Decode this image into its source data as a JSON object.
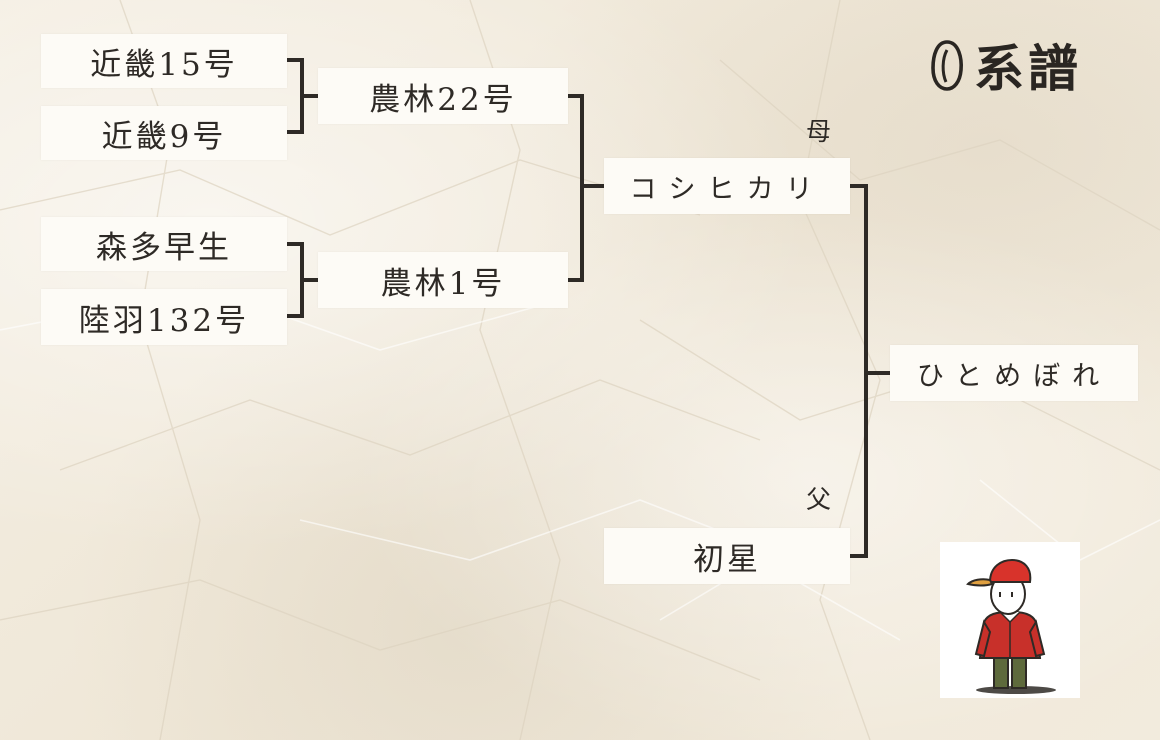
{
  "title": {
    "text": "系譜",
    "icon": "rice-grain-icon"
  },
  "generation1": [
    {
      "id": "kinki15",
      "label": "近畿15号"
    },
    {
      "id": "kinki9",
      "label": "近畿9号"
    },
    {
      "id": "morita-wase",
      "label": "森多早生"
    },
    {
      "id": "rikuu132",
      "label": "陸羽132号"
    }
  ],
  "generation2": [
    {
      "id": "norin22",
      "label": "農林22号"
    },
    {
      "id": "norin1",
      "label": "農林1号"
    }
  ],
  "generation3": [
    {
      "id": "koshihikari",
      "label": "コシヒカリ"
    },
    {
      "id": "hatsuboshi",
      "label": "初星"
    }
  ],
  "result": {
    "id": "hitomebore",
    "label": "ひとめぼれ"
  },
  "roles": {
    "mother": "母",
    "father": "父"
  },
  "colors": {
    "background": "#f3ede0",
    "box": "#fdfbf6",
    "line": "#2e2a26",
    "cap": "#d8332b",
    "shirt": "#c8302a",
    "pants": "#5e6a3c"
  }
}
